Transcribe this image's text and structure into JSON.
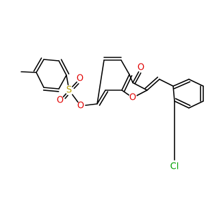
{
  "molecule": {
    "bond_color": "#000000",
    "atoms": {
      "methyl_c": {
        "element": "C",
        "label": "",
        "color": "#000000"
      },
      "sulfur": {
        "element": "S",
        "label": "S",
        "color": "#b8a000"
      },
      "sulfonyl_o_top": {
        "element": "O",
        "label": "O",
        "color": "#e00000"
      },
      "sulfonyl_o_bottom": {
        "element": "O",
        "label": "O",
        "color": "#e00000"
      },
      "ester_o": {
        "element": "O",
        "label": "O",
        "color": "#e00000"
      },
      "furan_o": {
        "element": "O",
        "label": "O",
        "color": "#e00000"
      },
      "carbonyl_o": {
        "element": "O",
        "label": "O",
        "color": "#e00000"
      },
      "chlorine": {
        "element": "Cl",
        "label": "Cl",
        "color": "#00a000"
      }
    },
    "bond_types": [
      "single",
      "double",
      "aromatic"
    ],
    "stereo": "Z"
  }
}
